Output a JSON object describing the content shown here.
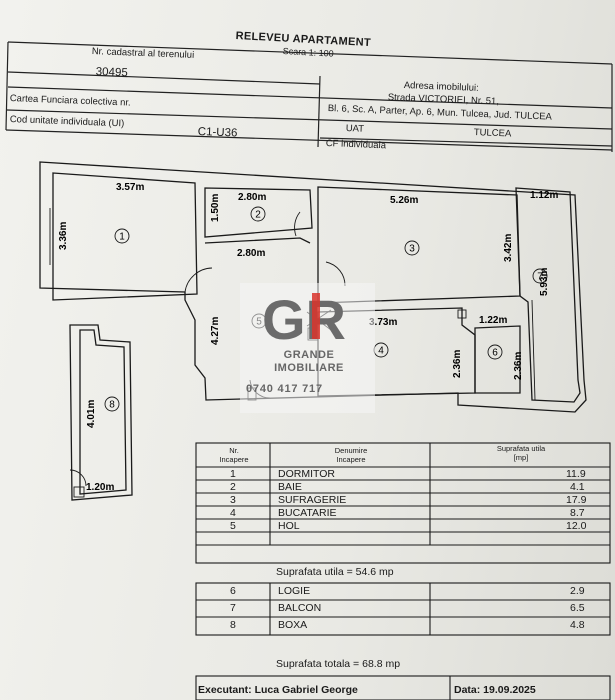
{
  "document": {
    "title": "RELEVEU APARTAMENT",
    "scale": "Scara 1: 100"
  },
  "header": {
    "cadastral_label": "Nr. cadastral al terenului",
    "cadastral_value": "30495",
    "address_label": "Adresa imobilului:",
    "address_line1": "Strada VICTORIEI, Nr. 51,",
    "address_line2": "Bl. 6, Sc. A, Parter, Ap. 6, Mun. Tulcea, Jud. TULCEA",
    "carte_label": "Cartea Funciara colectiva nr.",
    "cod_label": "Cod unitate individuala (UI)",
    "cod_value": "C1-U36",
    "uat_label": "UAT",
    "uat_value": "TULCEA",
    "cf_label": "CF individuala"
  },
  "plan": {
    "dims": {
      "r1_w": "3.57m",
      "r1_h": "3.36m",
      "r2_w": "2.80m",
      "r2_h": "1.50m",
      "r5_top": "2.80m",
      "r5_h": "4.27m",
      "r3_w": "5.26m",
      "r3_h": "3.42m",
      "r7_w": "1.12m",
      "r7_h": "5.93m",
      "r4_w": "3.73m",
      "r4_h": "2.36m",
      "r6_w": "1.22m",
      "r6_h": "2.36m",
      "r8_h": "4.01m",
      "r8_w": "1.20m"
    },
    "rooms": [
      "1",
      "2",
      "3",
      "4",
      "5",
      "6",
      "7",
      "8"
    ]
  },
  "watermark": {
    "logo_letters": "GR",
    "brand_line1": "GRANDE",
    "brand_line2": "IMOBILIARE",
    "phone": "0740 417 717"
  },
  "table": {
    "col_nr": [
      "Nr.",
      "Incapere"
    ],
    "col_name": [
      "Denumire",
      "Incapere"
    ],
    "col_area": [
      "Suprafata utila",
      "[mp]"
    ],
    "rows": [
      {
        "nr": "1",
        "name": "DORMITOR",
        "area": "11.9"
      },
      {
        "nr": "2",
        "name": "BAIE",
        "area": "4.1"
      },
      {
        "nr": "3",
        "name": "SUFRAGERIE",
        "area": "17.9"
      },
      {
        "nr": "4",
        "name": "BUCATARIE",
        "area": "8.7"
      },
      {
        "nr": "5",
        "name": "HOL",
        "area": "12.0"
      }
    ],
    "subtotal": "Suprafata utila = 54.6 mp",
    "rows2": [
      {
        "nr": "6",
        "name": "LOGIE",
        "area": "2.9"
      },
      {
        "nr": "7",
        "name": "BALCON",
        "area": "6.5"
      },
      {
        "nr": "8",
        "name": "BOXA",
        "area": "4.8"
      }
    ],
    "total": "Suprafata totala = 68.8 mp"
  },
  "footer": {
    "executant": "Executant: Luca Gabriel George",
    "date": "Data: 19.09.2025"
  }
}
